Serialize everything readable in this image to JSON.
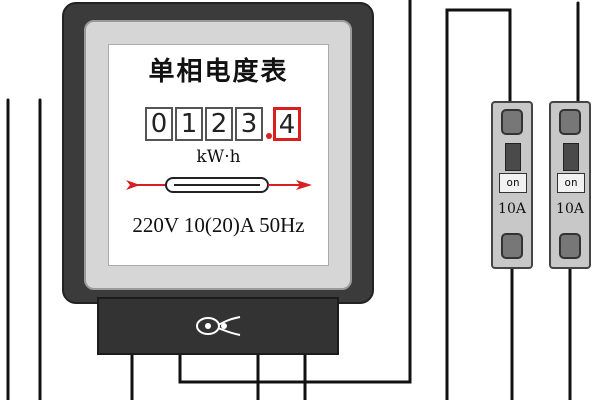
{
  "meter": {
    "title": "单相电度表",
    "digits": [
      "0",
      "1",
      "2",
      "3",
      "4"
    ],
    "unit": "kW·h",
    "rating": "220V 10(20)A 50Hz"
  },
  "breakers": [
    {
      "switch": "on",
      "rating": "10A"
    },
    {
      "switch": "on",
      "rating": "10A"
    }
  ],
  "colors": {
    "meter_body": "#3b3b3b",
    "panel": "#d6d6d6",
    "accent_red": "#d82020",
    "breaker_body": "#c8c8c8"
  },
  "icons": [
    "lead-seal-icon",
    "rotation-arrow-icon"
  ]
}
